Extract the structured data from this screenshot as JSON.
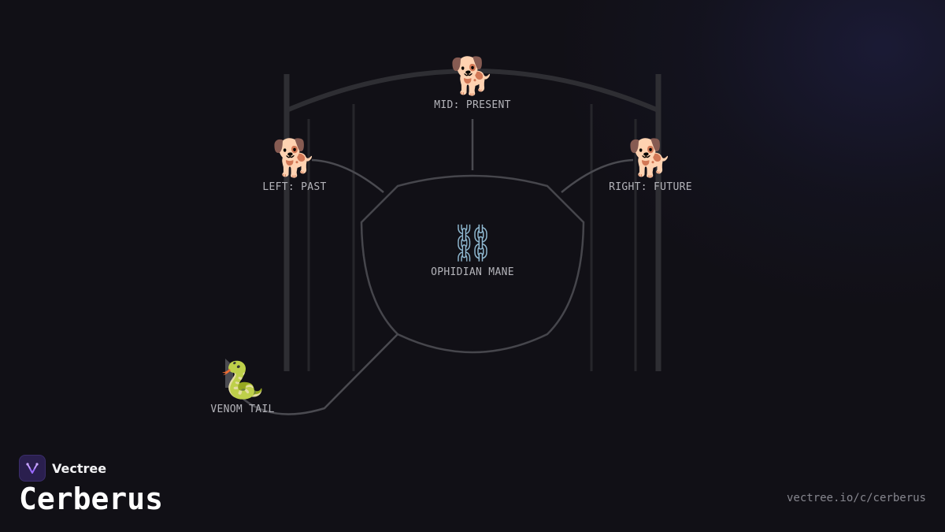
{
  "diagram": {
    "nodes": {
      "mid": {
        "icon": "dog-face-icon",
        "glyph": "🐕",
        "label": "MID: PRESENT"
      },
      "left": {
        "icon": "dog-face-icon",
        "glyph": "🐕",
        "label": "LEFT: PAST"
      },
      "right": {
        "icon": "dog-face-icon",
        "glyph": "🐕",
        "label": "RIGHT: FUTURE"
      },
      "center": {
        "icon": "chain-icon",
        "glyph": "⛓",
        "label": "OPHIDIAN MANE"
      },
      "tail": {
        "icon": "snake-icon",
        "glyph": "🐍",
        "label": "VENOM TAIL"
      }
    },
    "colors": {
      "gate": "#2e2e33",
      "gate_inner": "#26262b",
      "connector": "#4a4a50",
      "label": "#b4b4ba"
    }
  },
  "brand": {
    "name": "Vectree",
    "logo_icon": "vectree-logo-icon",
    "logo_color": "#9b6bff"
  },
  "page": {
    "title": "Cerberus",
    "url": "vectree.io/c/cerberus"
  }
}
